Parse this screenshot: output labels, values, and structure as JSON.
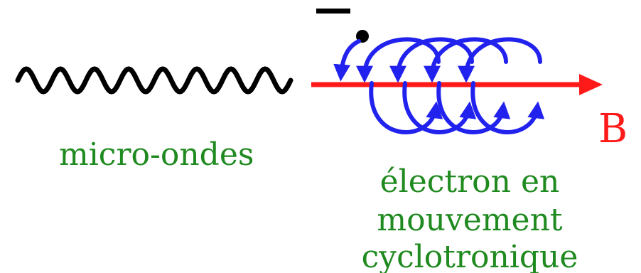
{
  "labels": {
    "microwaves": "micro-ondes",
    "field": "B",
    "electron_line1": "électron en",
    "electron_line2": "mouvement",
    "electron_line3": "cyclotronique"
  },
  "symbols": {
    "charge": "minus-sign-icon",
    "particle": "electron-dot-icon"
  },
  "colors": {
    "wave": "#000000",
    "field_arrow": "#ff1a1a",
    "helix": "#2222ee",
    "text_green": "#1f8a1f",
    "text_red": "#ff1a1a"
  }
}
